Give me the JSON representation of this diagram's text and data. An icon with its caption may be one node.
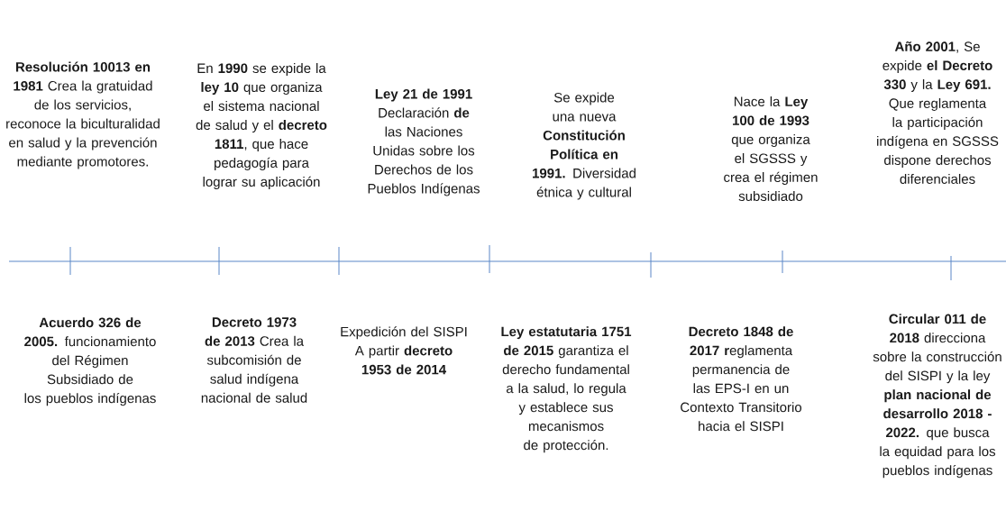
{
  "diagram": {
    "labels": [
      "**Resolución 10013 en 1981** Crea la gratuidad de los servicios, reconoce la biculturalidad en salud y la prevención mediante promotores.",
      "En **1990** se expide la **ley 10** que organiza el sistema nacional de salud y el **decreto 1811**, que hace pedagogía para lograr su aplicación",
      "**Ley 21 de 1991** Declaración **de** las Naciones Unidas sobre los Derechos de los Pueblos Indígenas",
      "Se expide una nueva **Constitución Política en 1991.** Diversidad étnica y cultural",
      "Nace la **Ley 100 de 1993** que organiza el SGSSS y crea el régimen subsidiado",
      "**Año 2001**, Se expide **el Decreto 330** y la **Ley 691.** Que reglamenta la participación indígena en SGSSS dispone derechos diferenciales",
      "**Acuerdo 326 de 2005.** funcionamiento del Régimen Subsidiado de los pueblos indígenas",
      "**Decreto 1973 de 2013** Crea la subcomisión de salud indígena nacional de salud",
      "Expedición del SISPI A partir **decreto 1953 de 2014**",
      "**Ley estatutaria 1751 de 2015** garantiza el derecho fundamental a la salud, lo regula y establece sus mecanismos de protección.",
      "**Decreto 1848 de 2017 r**eglamenta permanencia de las EPS-I en un Contexto Transitorio hacia el SISPI",
      "**Circular 011 de 2018** direcciona sobre la construcción del SISPI y la ley **plan nacional de desarrollo 2018 - 2022.** que busca la equidad para los pueblos indígenas"
    ]
  }
}
